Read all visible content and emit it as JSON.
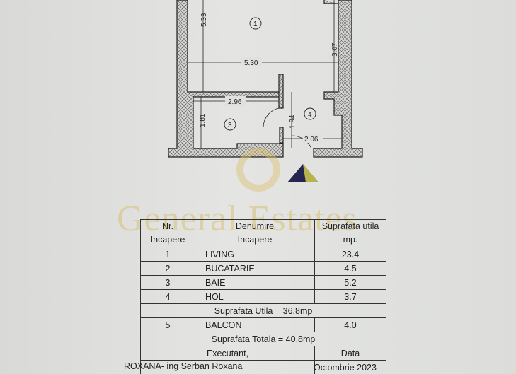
{
  "watermark": "General Estates",
  "plan": {
    "rooms": [
      "1",
      "3",
      "4"
    ],
    "dimensions": {
      "living_height": "5.33",
      "living_width": "5.30",
      "living_right": "3.07",
      "bath_width": "2.96",
      "bath_height": "1.81",
      "hall_height": "1.94",
      "hall_width": "2.06"
    }
  },
  "table": {
    "headers": {
      "nr": "Nr.",
      "nr2": "Incapere",
      "name": "Denumire",
      "name2": "Incapere",
      "area": "Suprafata utila",
      "area2": "mp."
    },
    "rows": [
      {
        "nr": "1",
        "name": "LIVING",
        "area": "23.4"
      },
      {
        "nr": "2",
        "name": "BUCATARIE",
        "area": "4.5"
      },
      {
        "nr": "3",
        "name": "BAIE",
        "area": "5.2"
      },
      {
        "nr": "4",
        "name": "HOL",
        "area": "3.7"
      }
    ],
    "subtotal": "Suprafata Utila = 36.8mp",
    "balcony": {
      "nr": "5",
      "name": "BALCON",
      "area": "4.0"
    },
    "total": "Suprafata Totala = 40.8mp",
    "executant": "Executant,",
    "data_label": "Data",
    "author": "ROXANA- ing Serban Roxana",
    "date": "Octombrie 2023"
  }
}
